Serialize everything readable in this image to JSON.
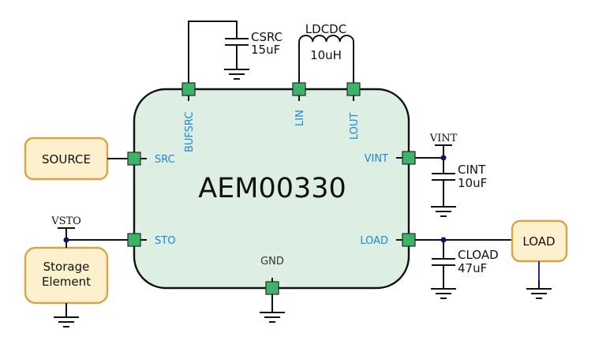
{
  "chip": {
    "name": "AEM00330",
    "pins": {
      "bufsrc": "BUFSRC",
      "lin": "LIN",
      "lout": "LOUT",
      "src": "SRC",
      "vint": "VINT",
      "sto": "STO",
      "load": "LOAD",
      "gnd": "GND"
    }
  },
  "blocks": {
    "source": "SOURCE",
    "storage_line1": "Storage",
    "storage_line2": "Element",
    "load": "LOAD"
  },
  "components": {
    "csrc": {
      "name": "CSRC",
      "value": "15uF"
    },
    "ldcdc": {
      "name": "LDCDC",
      "value": "10uH"
    },
    "cint": {
      "name": "CINT",
      "value": "10uF"
    },
    "cload": {
      "name": "CLOAD",
      "value": "47uF"
    }
  },
  "nets": {
    "vint": "VINT",
    "vsto": "VSTO"
  },
  "colors": {
    "chip_fill": "#dcefe2",
    "pin_fill": "#3db36a",
    "pin_label": "#1f86d8",
    "block_fill": "#fdf0cc",
    "block_border": "#d3a54a",
    "junction": "#12126b"
  }
}
